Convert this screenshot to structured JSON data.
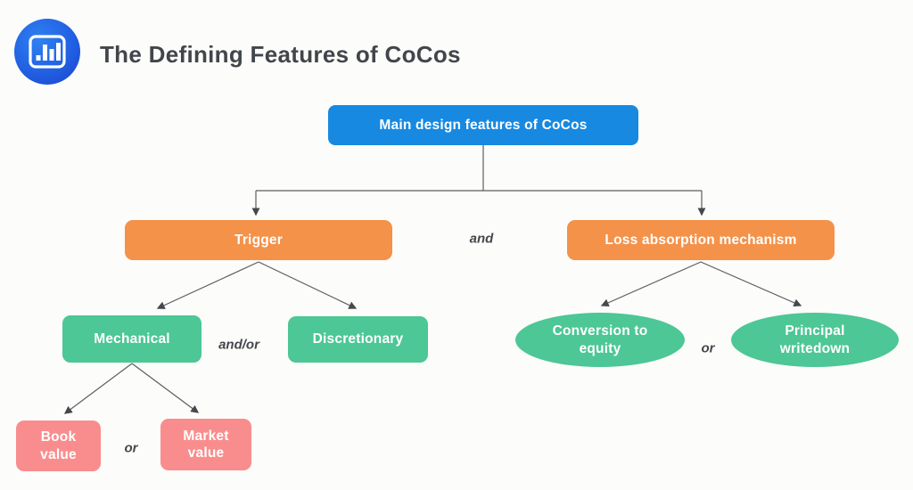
{
  "header": {
    "title": "The Defining Features of CoCos",
    "logo_icon": "bar-chart-icon"
  },
  "colors": {
    "background": "#fcfcfa",
    "root_blue": "#1789e1",
    "branch_orange": "#f4924a",
    "leaf_green": "#4cc795",
    "leaf_pink": "#f98d8d",
    "connector_line": "#5b5d61",
    "title_text": "#42464b",
    "connector_text": "#44474c",
    "logo_blue_light": "#2f81f2",
    "logo_blue_dark": "#1a41cd"
  },
  "diagram": {
    "nodes": {
      "root": {
        "label": "Main design features of CoCos"
      },
      "trigger": {
        "label": "Trigger"
      },
      "loss": {
        "label": "Loss absorption mechanism"
      },
      "mechanical": {
        "label": "Mechanical"
      },
      "discretionary": {
        "label": "Discretionary"
      },
      "book": {
        "label": "Book value"
      },
      "market": {
        "label": "Market value"
      },
      "conversion": {
        "label": "Conversion to equity"
      },
      "principal": {
        "label": "Principal writedown"
      }
    },
    "connector_labels": {
      "and": "and",
      "and_or": "and/or",
      "or_left": "or",
      "or_right": "or"
    }
  }
}
